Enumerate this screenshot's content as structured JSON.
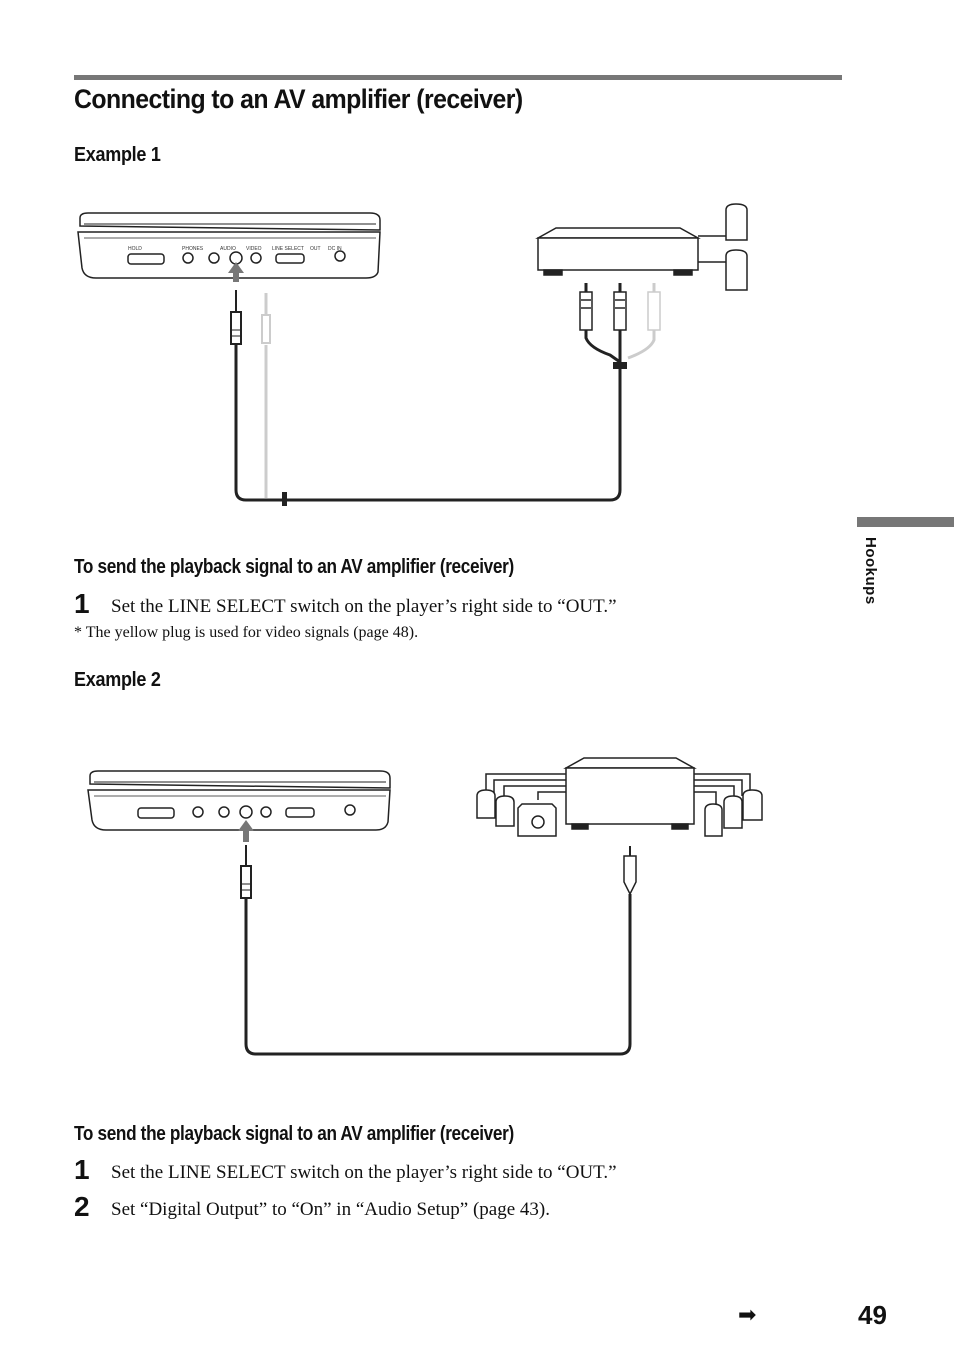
{
  "page": {
    "title": "Connecting to an AV amplifier (receiver)",
    "side_tab": "Hookups",
    "page_number": "49",
    "continue_arrow": "➡"
  },
  "example1": {
    "heading": "Example 1",
    "procedure_heading": "To send the playback signal to an AV amplifier (receiver)",
    "steps": [
      {
        "num": "1",
        "text": "Set the LINE SELECT switch on the player’s right side to “OUT.”"
      }
    ],
    "note": "* The yellow plug is used for video signals (page 48)."
  },
  "example2": {
    "heading": "Example 2",
    "procedure_heading": "To send the playback signal to an AV amplifier (receiver)",
    "steps": [
      {
        "num": "1",
        "text": "Set the LINE SELECT switch on the player’s right side to “OUT.”"
      },
      {
        "num": "2",
        "text": "Set “Digital Output” to “On” in “Audio Setup” (page 43)."
      }
    ]
  },
  "player_panel": {
    "jack_labels": [
      "HOLD",
      "PHONES",
      "AUDIO",
      "VIDEO",
      "LINE SELECT",
      "OUT",
      "DC IN"
    ]
  }
}
